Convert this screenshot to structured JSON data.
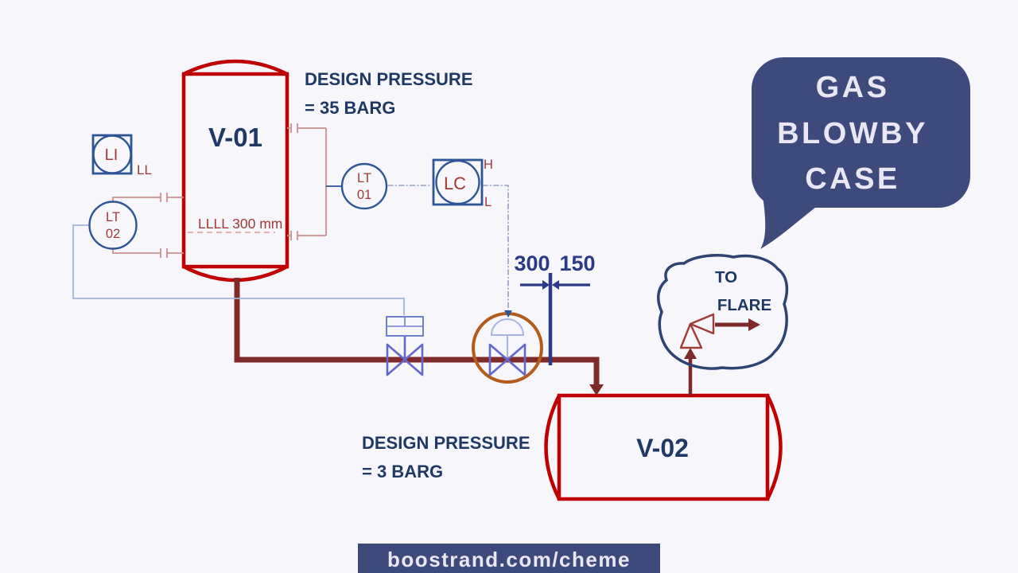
{
  "diagram": {
    "v01": {
      "label": "V-01",
      "design_pressure_line1": "DESIGN PRESSURE",
      "design_pressure_line2": "= 35 BARG",
      "level_note": "LLLL 300 mm"
    },
    "v02": {
      "label": "V-02",
      "design_pressure_line1": "DESIGN PRESSURE",
      "design_pressure_line2": "= 3 BARG"
    },
    "instruments": {
      "li": {
        "tag": "LI",
        "alarm": "LL"
      },
      "lt02": {
        "letters": "LT",
        "number": "02"
      },
      "lt01": {
        "letters": "LT",
        "number": "01"
      },
      "lc": {
        "tag": "LC",
        "high": "H",
        "low": "L"
      }
    },
    "line_sizes": {
      "upstream": "300",
      "downstream": "150"
    },
    "flare": {
      "word1": "TO",
      "word2": "FLARE"
    }
  },
  "callout": {
    "line1": "GAS",
    "line2": "BLOWBY",
    "line3": "CASE"
  },
  "footer": {
    "url": "boostrand.com/cheme"
  },
  "colors": {
    "background": "#f7f6fb",
    "vessel_red": "#c00000",
    "pipe_maroon": "#7e2a28",
    "navy_text": "#1f3864",
    "instrument_red": "#9e3a38",
    "valve_blue": "#6467ce",
    "highlight_orange": "#b35c1e",
    "dimension_navy": "#2b3a86",
    "signal_blue": "#a6b4d9",
    "callout_bg": "#3e4a7c",
    "callout_text": "#e9e7f3"
  }
}
